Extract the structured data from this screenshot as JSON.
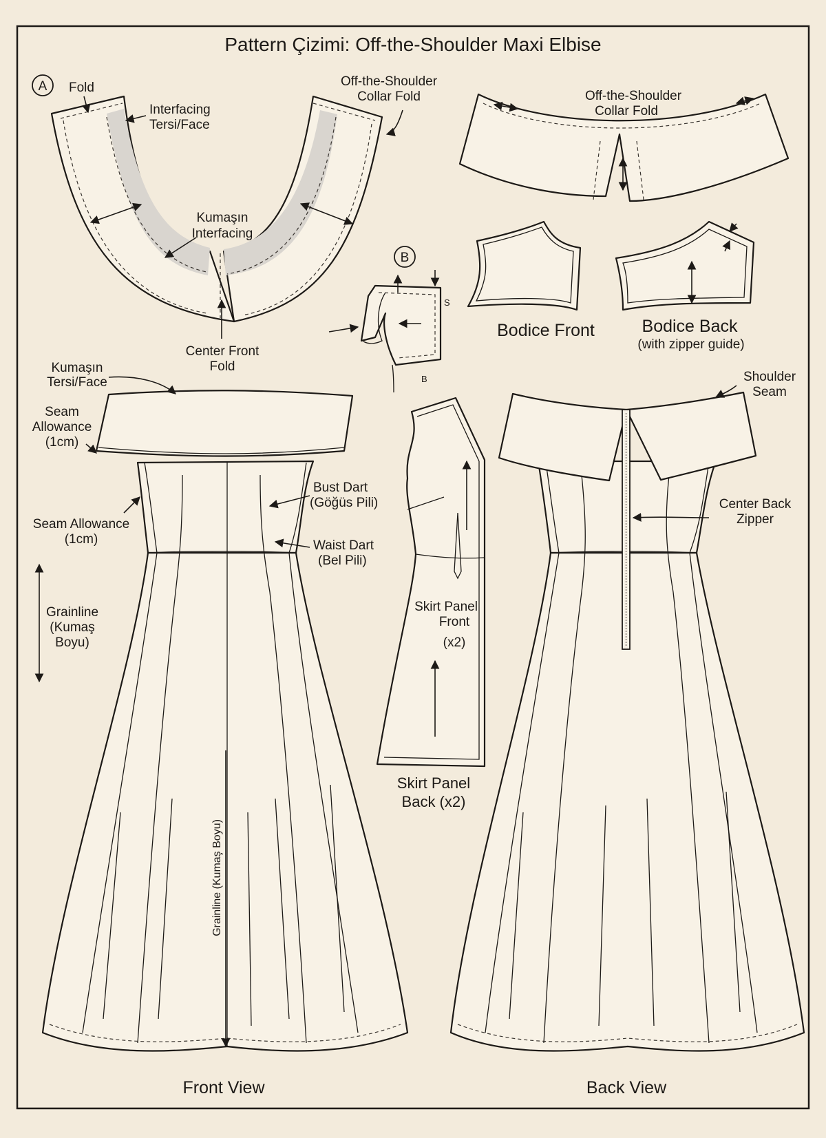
{
  "title": "Pattern Çizimi: Off-the-Shoulder Maxi Elbise",
  "section_markers": {
    "a": "A",
    "b": "B"
  },
  "collar_detail": {
    "fold": "Fold",
    "interfacing_1": "Interfacing",
    "interfacing_2": "Tersi/Face",
    "collar_fold_1": "Off-the-Shoulder",
    "collar_fold_2": "Collar Fold",
    "kumasin_1": "Kumaşın",
    "kumasin_2": "Interfacing",
    "center_front_1": "Center Front",
    "center_front_2": "Fold"
  },
  "collar_piece": {
    "label_1": "Off-the-Shoulder",
    "label_2": "Collar Fold"
  },
  "detail_b": {
    "s": "S",
    "b": "B"
  },
  "bodice": {
    "front": "Bodice Front",
    "back": "Bodice Back",
    "back_note": "(with zipper guide)"
  },
  "front_labels": {
    "kumasin_1": "Kumaşın",
    "kumasin_2": "Tersi/Face",
    "seam_1": "Seam",
    "seam_2": "Allowance",
    "seam_3": "(1cm)",
    "seam2_1": "Seam Allowance",
    "seam2_2": "(1cm)",
    "grain_1": "Grainline",
    "grain_2": "(Kumaş",
    "grain_3": "Boyu)",
    "bust_1": "Bust Dart",
    "bust_2": "(Göğüs Pili)",
    "waist_1": "Waist Dart",
    "waist_2": "(Bel Pili)",
    "grain_vertical": "Grainline (Kumaş Boyu)",
    "view": "Front View"
  },
  "skirt_panel": {
    "front_1": "Skirt Panel",
    "front_2": "Front",
    "front_3": "(x2)",
    "back_1": "Skirt Panel",
    "back_2": "Back (x2)"
  },
  "back_labels": {
    "shoulder_1": "Shoulder",
    "shoulder_2": "Seam",
    "zipper_1": "Center Back",
    "zipper_2": "Zipper",
    "view": "Back View"
  }
}
